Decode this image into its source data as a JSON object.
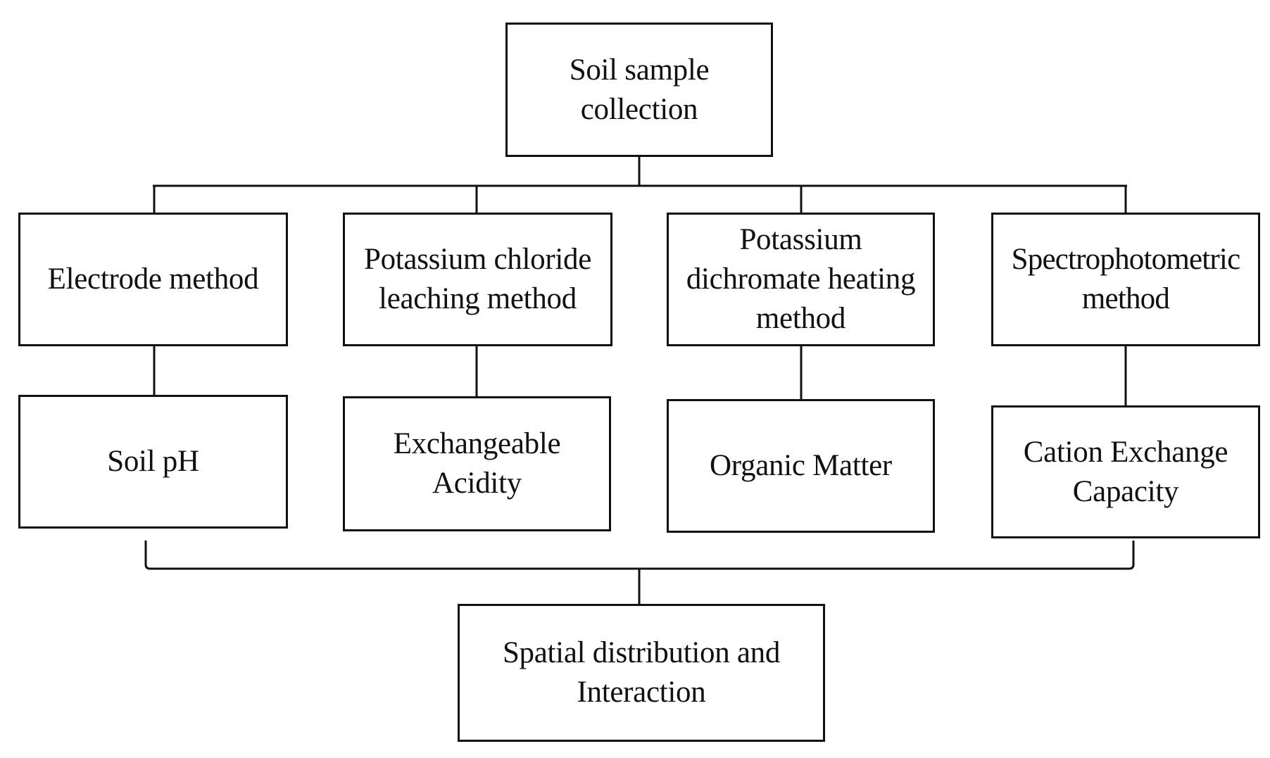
{
  "diagram": {
    "type": "flowchart",
    "nodes": {
      "root": "Soil sample\ncollection",
      "methods": [
        "Electrode method",
        "Potassium chloride\nleaching method",
        "Potassium\ndichromate heating\nmethod",
        "Spectrophotometric\nmethod"
      ],
      "properties": [
        "Soil pH",
        "Exchangeable\nAcidity",
        "Organic Matter",
        "Cation Exchange\nCapacity"
      ],
      "result": "Spatial distribution and\nInteraction"
    },
    "edges": [
      [
        "Soil sample collection",
        "Electrode method"
      ],
      [
        "Soil sample collection",
        "Potassium chloride leaching method"
      ],
      [
        "Soil sample collection",
        "Potassium dichromate heating method"
      ],
      [
        "Soil sample collection",
        "Spectrophotometric method"
      ],
      [
        "Electrode method",
        "Soil pH"
      ],
      [
        "Potassium chloride leaching method",
        "Exchangeable Acidity"
      ],
      [
        "Potassium dichromate heating method",
        "Organic Matter"
      ],
      [
        "Spectrophotometric method",
        "Cation Exchange Capacity"
      ],
      [
        "Soil pH .. Cation Exchange Capacity (bracket)",
        "Spatial distribution and Interaction"
      ]
    ],
    "line_color": "#111111"
  }
}
